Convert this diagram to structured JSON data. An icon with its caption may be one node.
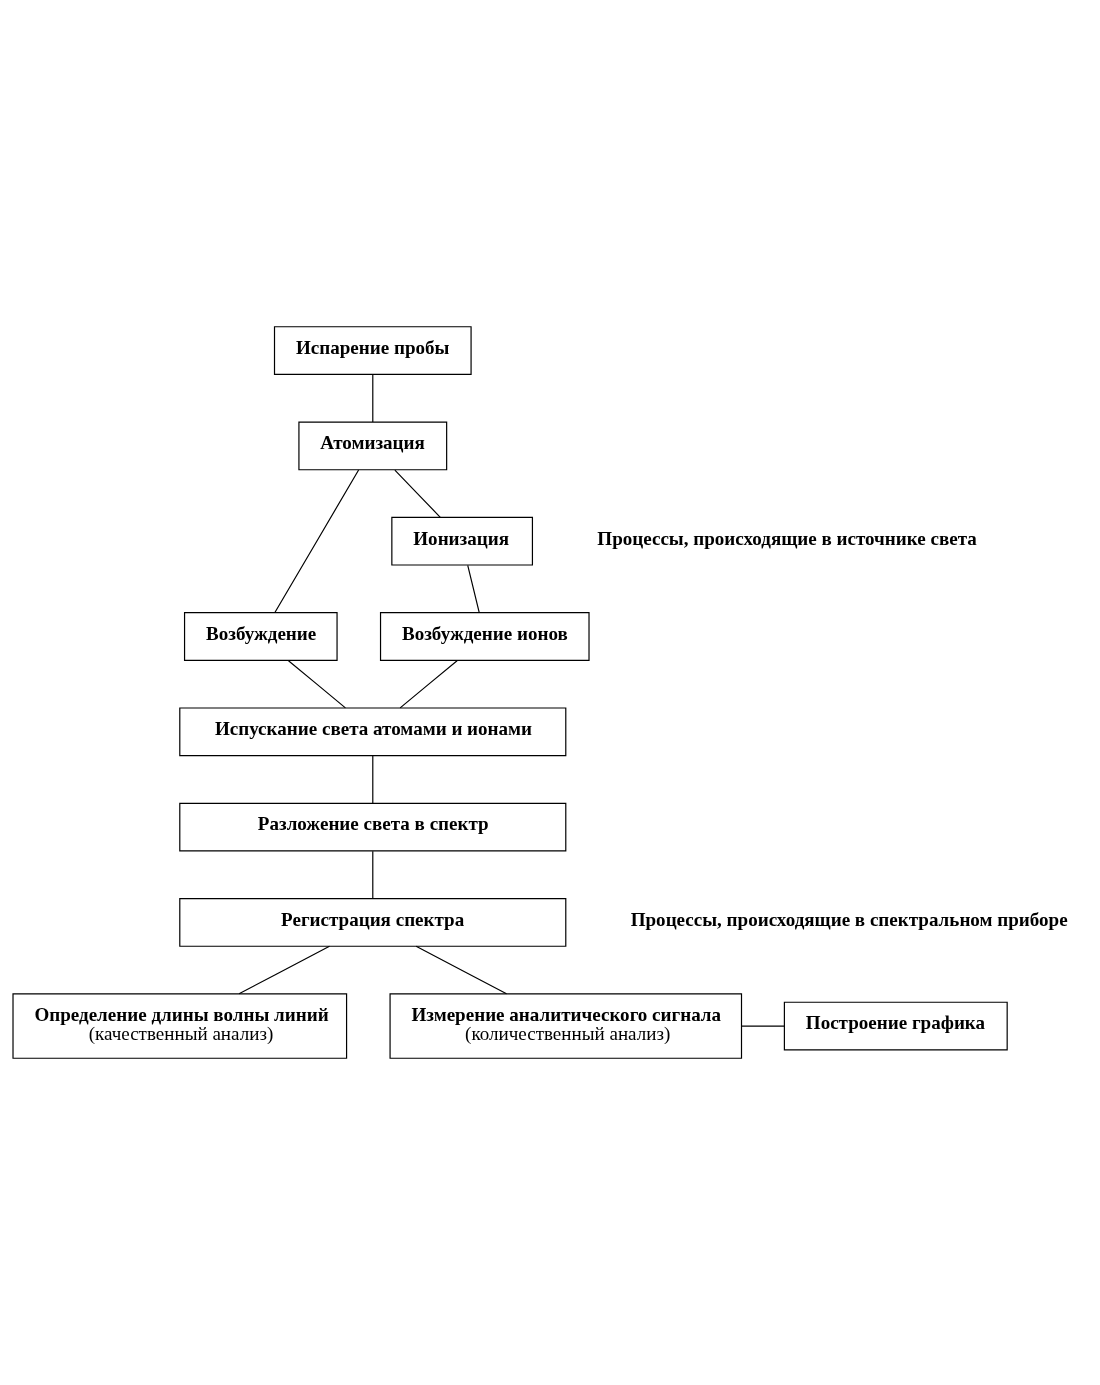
{
  "diagram": {
    "nodes": [
      {
        "text": [
          "Испарение пробы"
        ]
      },
      {
        "text": [
          "Атомизация"
        ]
      },
      {
        "text": [
          "Возбуждение"
        ]
      },
      {
        "text": [
          "Ионизация"
        ]
      },
      {
        "text": [
          "Возбуждение ионов"
        ]
      },
      {
        "text": [
          "Испускание света атомами и ионами"
        ]
      },
      {
        "text": [
          "Разложение света в спектр"
        ]
      },
      {
        "text": [
          "Регистрация спектра"
        ]
      },
      {
        "text": [
          "Определение длины волны линий",
          "(качественный анализ)"
        ]
      },
      {
        "text": [
          "Измерение аналитического сигнала",
          "(количественный анализ)"
        ]
      },
      {
        "text": [
          "Построение графика"
        ]
      }
    ],
    "edges": [
      {
        "from": 0,
        "to": 1,
        "arrow": "none"
      },
      {
        "from": 1,
        "to": 2,
        "arrow": "none"
      },
      {
        "from": 1,
        "to": 3,
        "arrow": "none"
      },
      {
        "from": 3,
        "to": 4,
        "arrow": "none"
      },
      {
        "from": 2,
        "to": 5,
        "arrow": "none"
      },
      {
        "from": 4,
        "to": 5,
        "arrow": "none"
      },
      {
        "from": 5,
        "to": 6,
        "arrow": "none"
      },
      {
        "from": 6,
        "to": 7,
        "arrow": "none"
      },
      {
        "from": 7,
        "to": 8,
        "arrow": "none"
      },
      {
        "from": 7,
        "to": 9,
        "arrow": "none"
      },
      {
        "from": 9,
        "to": 10,
        "arrow": "none"
      }
    ],
    "labels": [
      "Процессы, происходящие в источнике света",
      "Процессы, происходящие в спектральном приборе"
    ]
  }
}
